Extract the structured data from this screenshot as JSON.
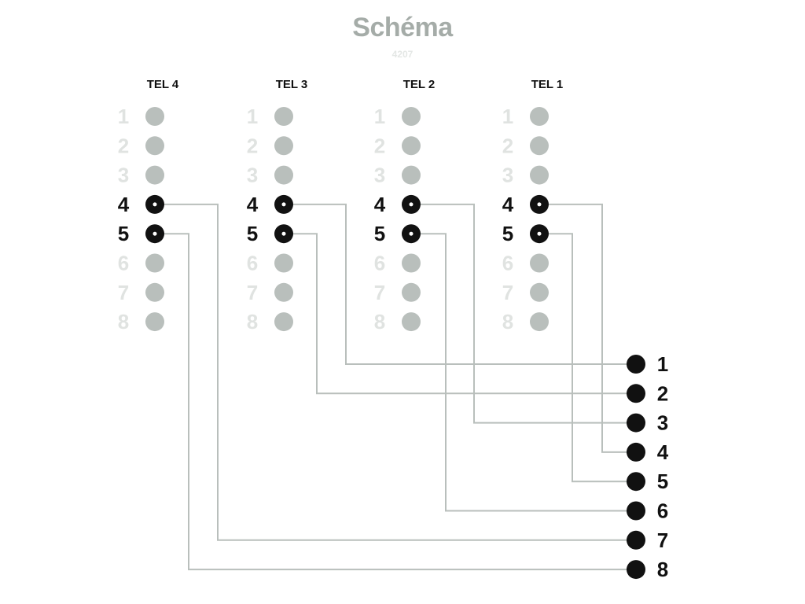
{
  "header": {
    "title": "Schéma",
    "subtitle": "4207"
  },
  "colors": {
    "active_pin": "#111111",
    "inactive_pin": "#b9bfbc",
    "active_label": "#111111",
    "inactive_label": "#e0e3e1",
    "wire": "#b9bfbc",
    "title": "#a5aca8"
  },
  "connectors": [
    {
      "label": "TEL 4",
      "pins": [
        "1",
        "2",
        "3",
        "4",
        "5",
        "6",
        "7",
        "8"
      ],
      "active_pins": [
        "4",
        "5"
      ]
    },
    {
      "label": "TEL 3",
      "pins": [
        "1",
        "2",
        "3",
        "4",
        "5",
        "6",
        "7",
        "8"
      ],
      "active_pins": [
        "4",
        "5"
      ]
    },
    {
      "label": "TEL 2",
      "pins": [
        "1",
        "2",
        "3",
        "4",
        "5",
        "6",
        "7",
        "8"
      ],
      "active_pins": [
        "4",
        "5"
      ]
    },
    {
      "label": "TEL 1",
      "pins": [
        "1",
        "2",
        "3",
        "4",
        "5",
        "6",
        "7",
        "8"
      ],
      "active_pins": [
        "4",
        "5"
      ]
    }
  ],
  "output": {
    "pins": [
      "1",
      "2",
      "3",
      "4",
      "5",
      "6",
      "7",
      "8"
    ]
  },
  "wiring": [
    {
      "from_connector": "TEL 4",
      "from_pin": "4",
      "to_pin": "7"
    },
    {
      "from_connector": "TEL 4",
      "from_pin": "5",
      "to_pin": "8"
    },
    {
      "from_connector": "TEL 3",
      "from_pin": "4",
      "to_pin": "1"
    },
    {
      "from_connector": "TEL 3",
      "from_pin": "5",
      "to_pin": "2"
    },
    {
      "from_connector": "TEL 2",
      "from_pin": "4",
      "to_pin": "3"
    },
    {
      "from_connector": "TEL 2",
      "from_pin": "5",
      "to_pin": "6"
    },
    {
      "from_connector": "TEL 1",
      "from_pin": "4",
      "to_pin": "4"
    },
    {
      "from_connector": "TEL 1",
      "from_pin": "5",
      "to_pin": "5"
    }
  ]
}
